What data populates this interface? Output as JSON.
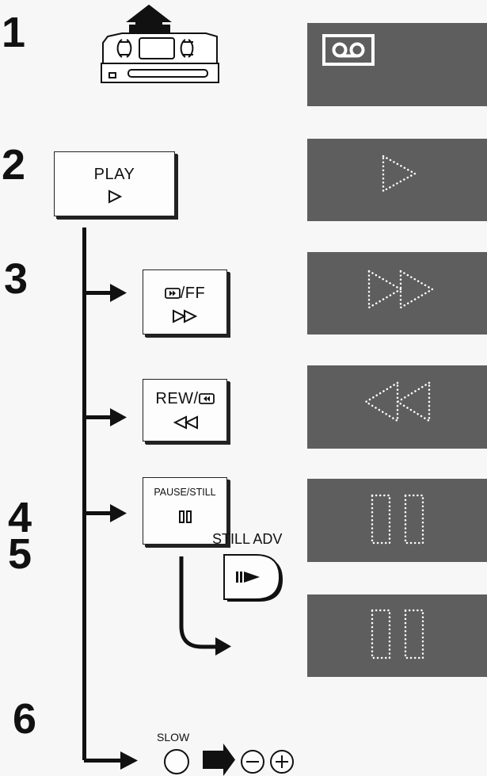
{
  "steps": [
    "1",
    "2",
    "3",
    "4",
    "5",
    "6"
  ],
  "buttons": {
    "play": "PLAY",
    "ff": "/FF",
    "rew": "REW/",
    "pause_still": "PAUSE/STILL",
    "still_adv": "STILL ADV",
    "slow": "SLOW"
  },
  "display_icons": [
    "cassette-icon",
    "play-dotted-icon",
    "fast-forward-dotted-icon",
    "rewind-dotted-icon",
    "pause-dotted-icon",
    "pause-dotted-icon"
  ],
  "colors": {
    "display_panel": "#5e5e5e",
    "ink": "#111111",
    "dots": "#ffffff"
  }
}
